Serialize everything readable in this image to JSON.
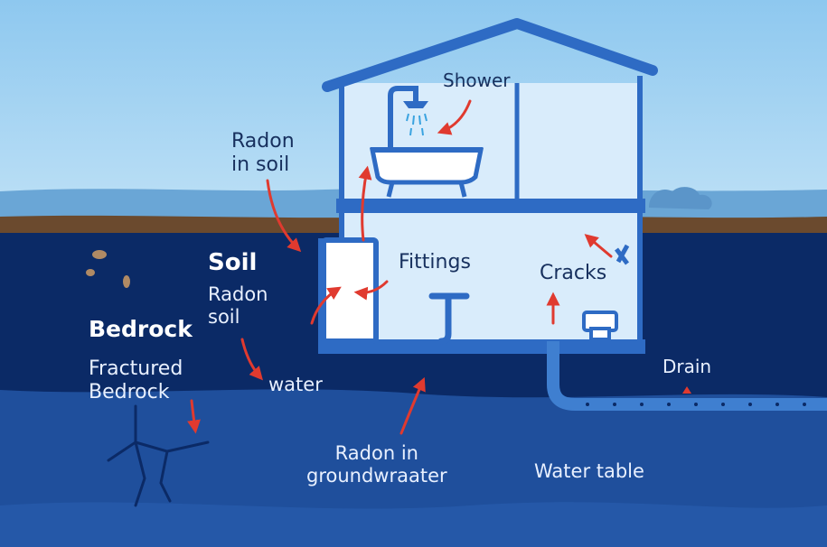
{
  "labels": {
    "shower": "Shower",
    "radon_in_soil": "Radon\nin soil",
    "soil": "Soil",
    "radon_soil": "Radon\nsoil",
    "fittings": "Fittings",
    "cracks": "Cracks",
    "bedrock": "Bedrock",
    "fractured_bedrock": "Fractured\nBedrock",
    "water": "water",
    "drain": "Drain",
    "radon_in_groundwater": "Radon in\ngroundwraater",
    "water_table": "Water table"
  },
  "colors": {
    "sky": "#a9d6f3",
    "soil_surface": "#6b4a2e",
    "ground": "#0b2a66",
    "groundwater": "#1f4f9c",
    "house_outline": "#2e6bc4",
    "house_fill": "#d9ecfb",
    "radon_arrow": "#e03a2f"
  }
}
